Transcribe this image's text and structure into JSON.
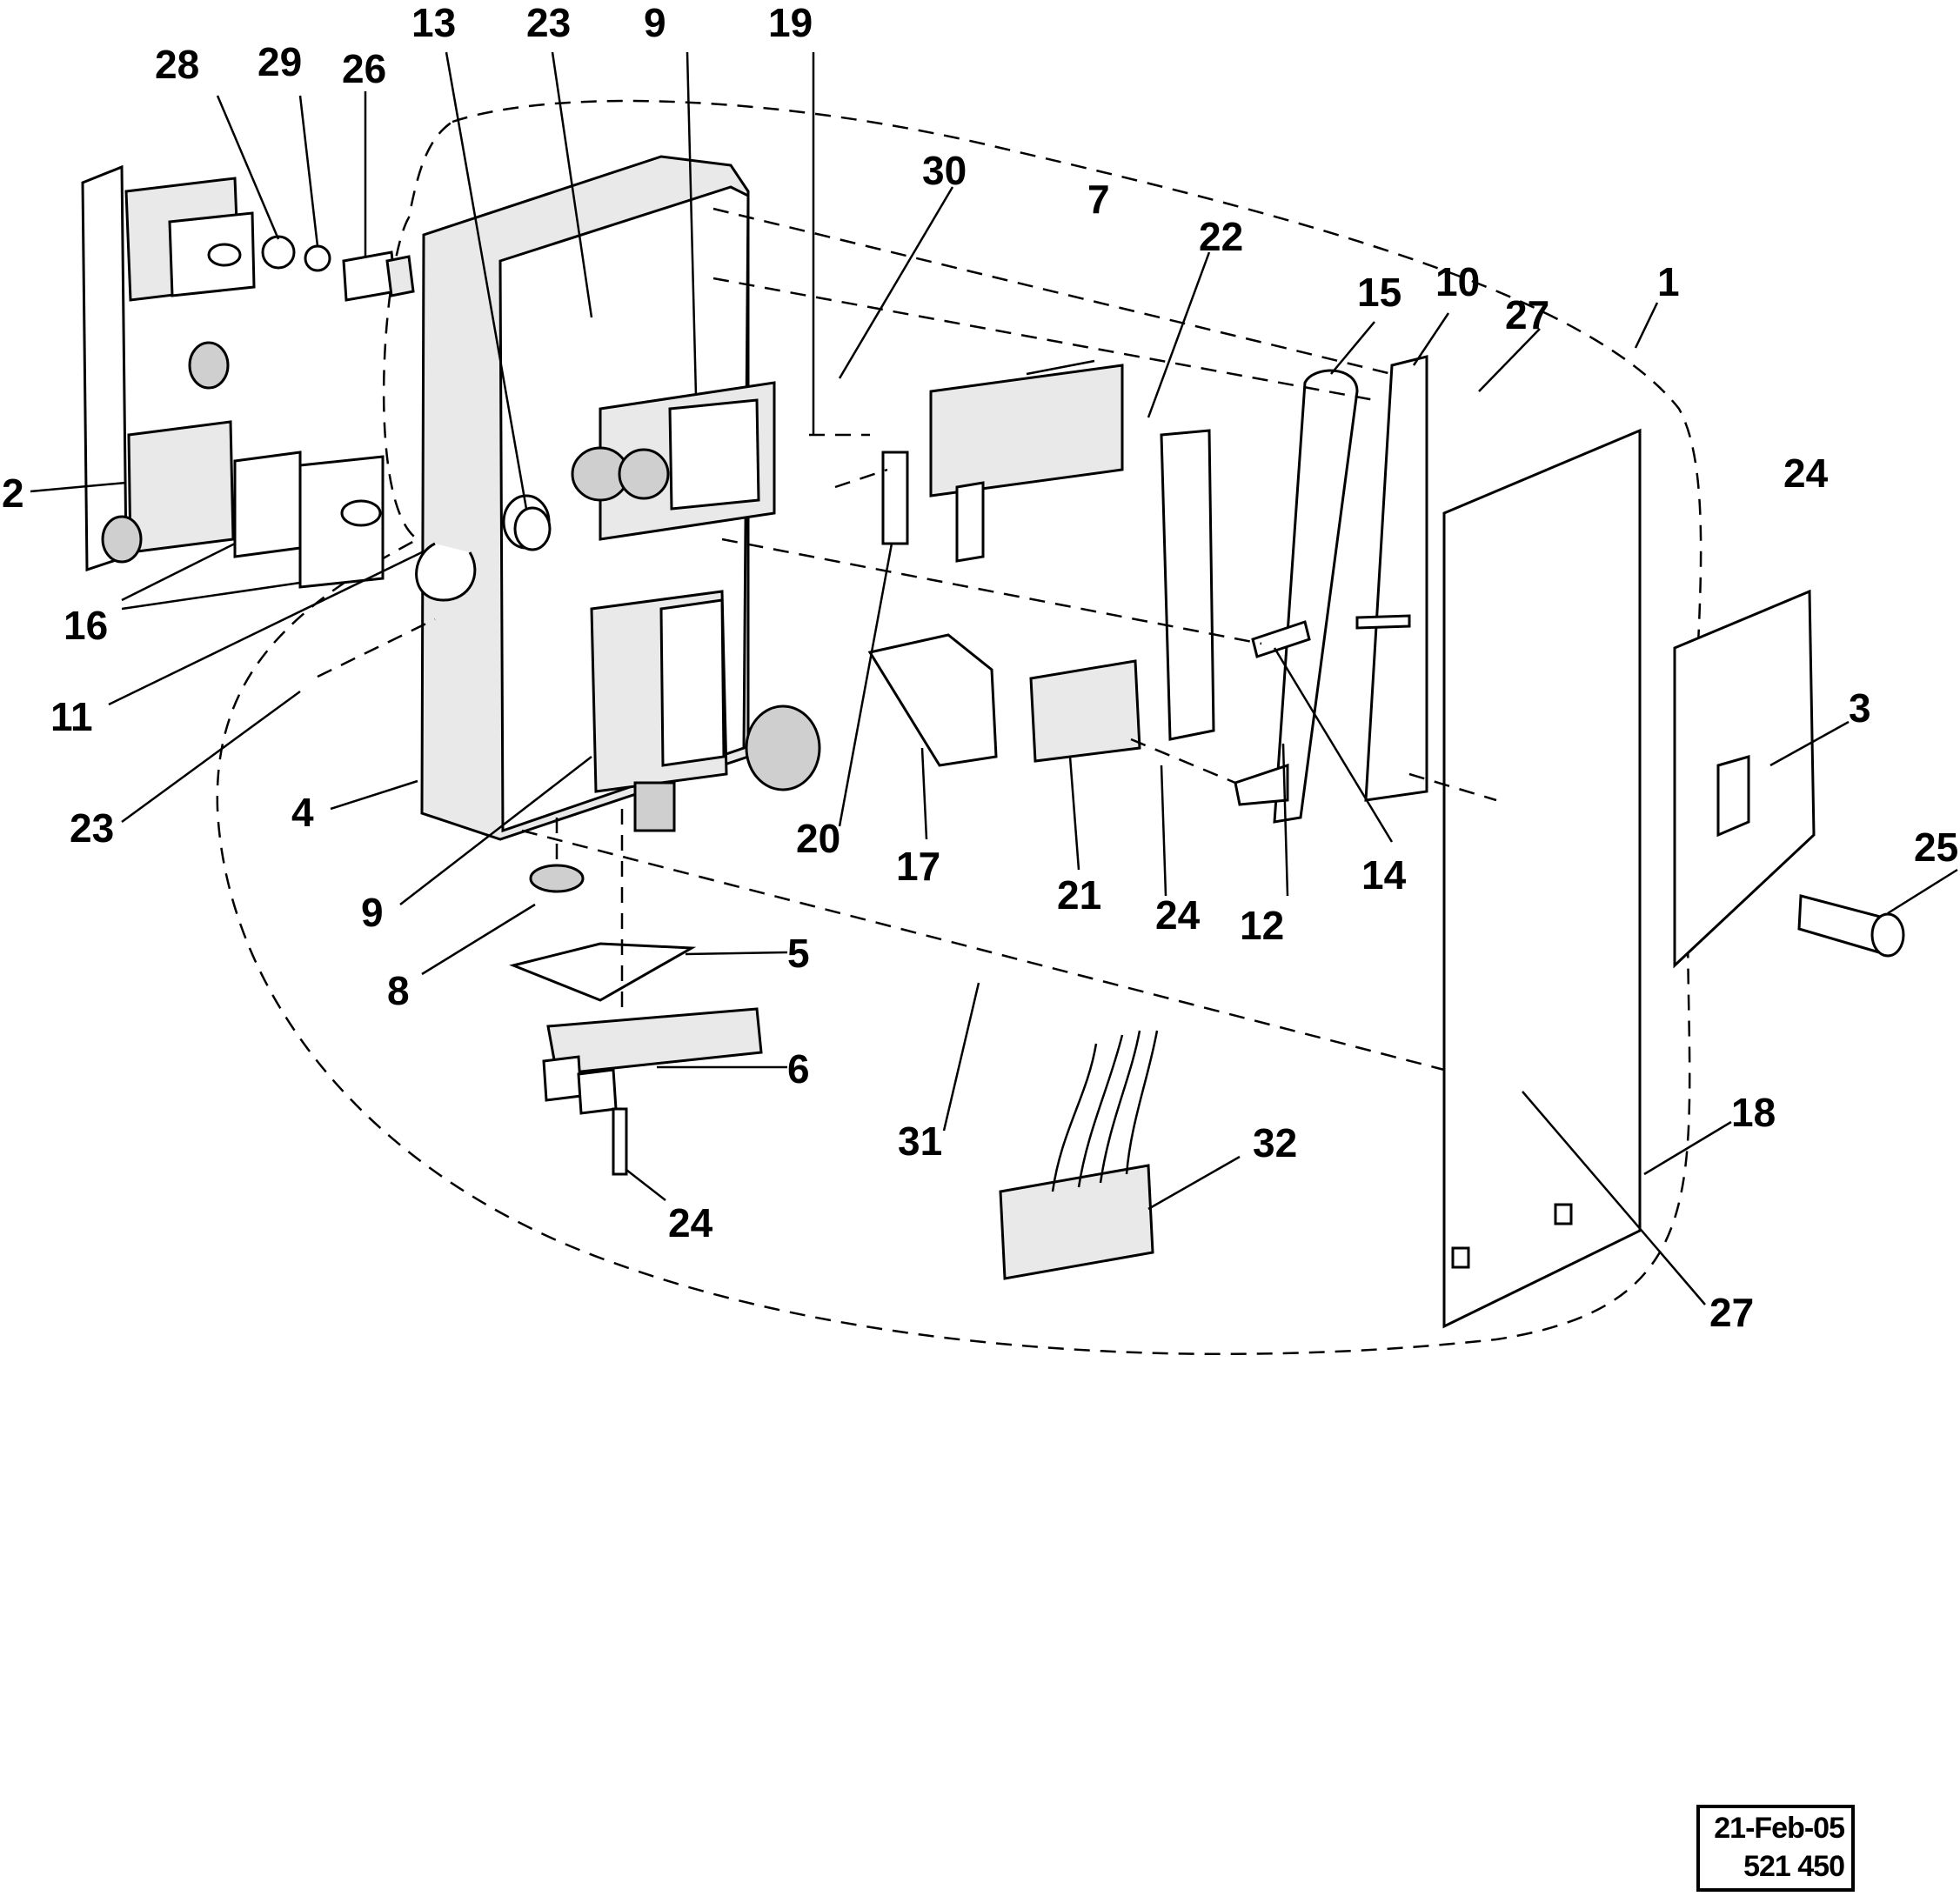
{
  "diagram": {
    "callouts": [
      {
        "id": "1",
        "text": "1"
      },
      {
        "id": "2",
        "text": "2"
      },
      {
        "id": "3",
        "text": "3"
      },
      {
        "id": "4",
        "text": "4"
      },
      {
        "id": "5",
        "text": "5"
      },
      {
        "id": "6",
        "text": "6"
      },
      {
        "id": "7",
        "text": "7"
      },
      {
        "id": "8",
        "text": "8"
      },
      {
        "id": "9a",
        "text": "9"
      },
      {
        "id": "9b",
        "text": "9"
      },
      {
        "id": "10",
        "text": "10"
      },
      {
        "id": "11",
        "text": "11"
      },
      {
        "id": "12",
        "text": "12"
      },
      {
        "id": "13",
        "text": "13"
      },
      {
        "id": "14",
        "text": "14"
      },
      {
        "id": "15",
        "text": "15"
      },
      {
        "id": "16",
        "text": "16"
      },
      {
        "id": "17",
        "text": "17"
      },
      {
        "id": "18",
        "text": "18"
      },
      {
        "id": "19",
        "text": "19"
      },
      {
        "id": "20",
        "text": "20"
      },
      {
        "id": "21",
        "text": "21"
      },
      {
        "id": "22",
        "text": "22"
      },
      {
        "id": "23a",
        "text": "23"
      },
      {
        "id": "23b",
        "text": "23"
      },
      {
        "id": "24a",
        "text": "24"
      },
      {
        "id": "24b",
        "text": "24"
      },
      {
        "id": "24c",
        "text": "24"
      },
      {
        "id": "25",
        "text": "25"
      },
      {
        "id": "26",
        "text": "26"
      },
      {
        "id": "27a",
        "text": "27"
      },
      {
        "id": "27b",
        "text": "27"
      },
      {
        "id": "28",
        "text": "28"
      },
      {
        "id": "29",
        "text": "29"
      },
      {
        "id": "30",
        "text": "30"
      },
      {
        "id": "31",
        "text": "31"
      },
      {
        "id": "32",
        "text": "32"
      }
    ]
  },
  "stamp": {
    "date": "21-Feb-05",
    "number": "521 450"
  }
}
